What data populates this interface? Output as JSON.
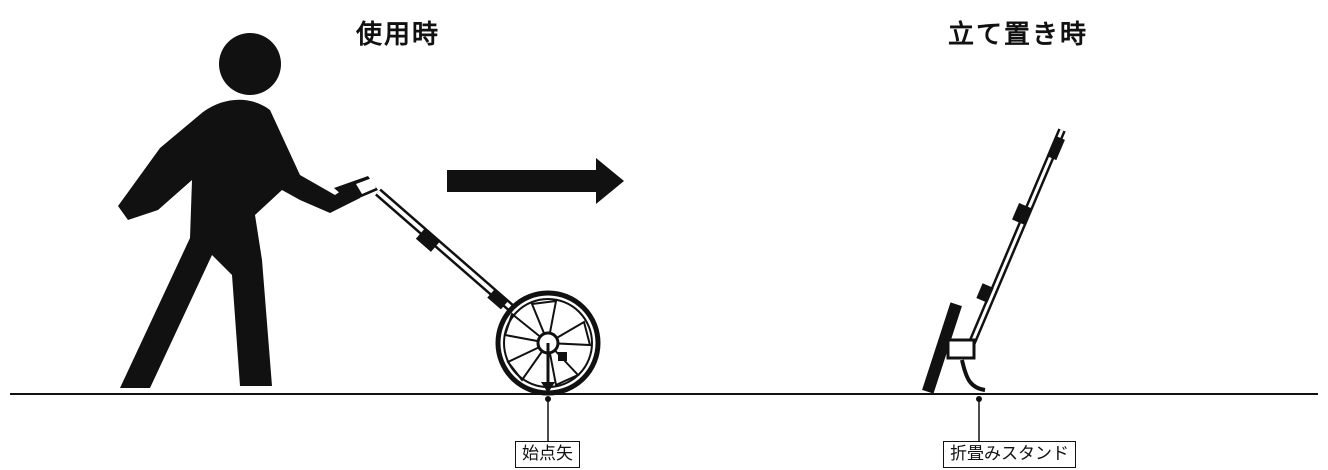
{
  "headings": {
    "in_use": "使用時",
    "standing": "立て置き時"
  },
  "callouts": {
    "start_arrow": "始点矢",
    "folding_stand": "折畳みスタンド"
  },
  "colors": {
    "ink": "#111111",
    "background": "#ffffff"
  },
  "icons": {
    "person": "walking-person-icon",
    "direction": "right-arrow-icon",
    "device": "measuring-wheel-icon"
  }
}
